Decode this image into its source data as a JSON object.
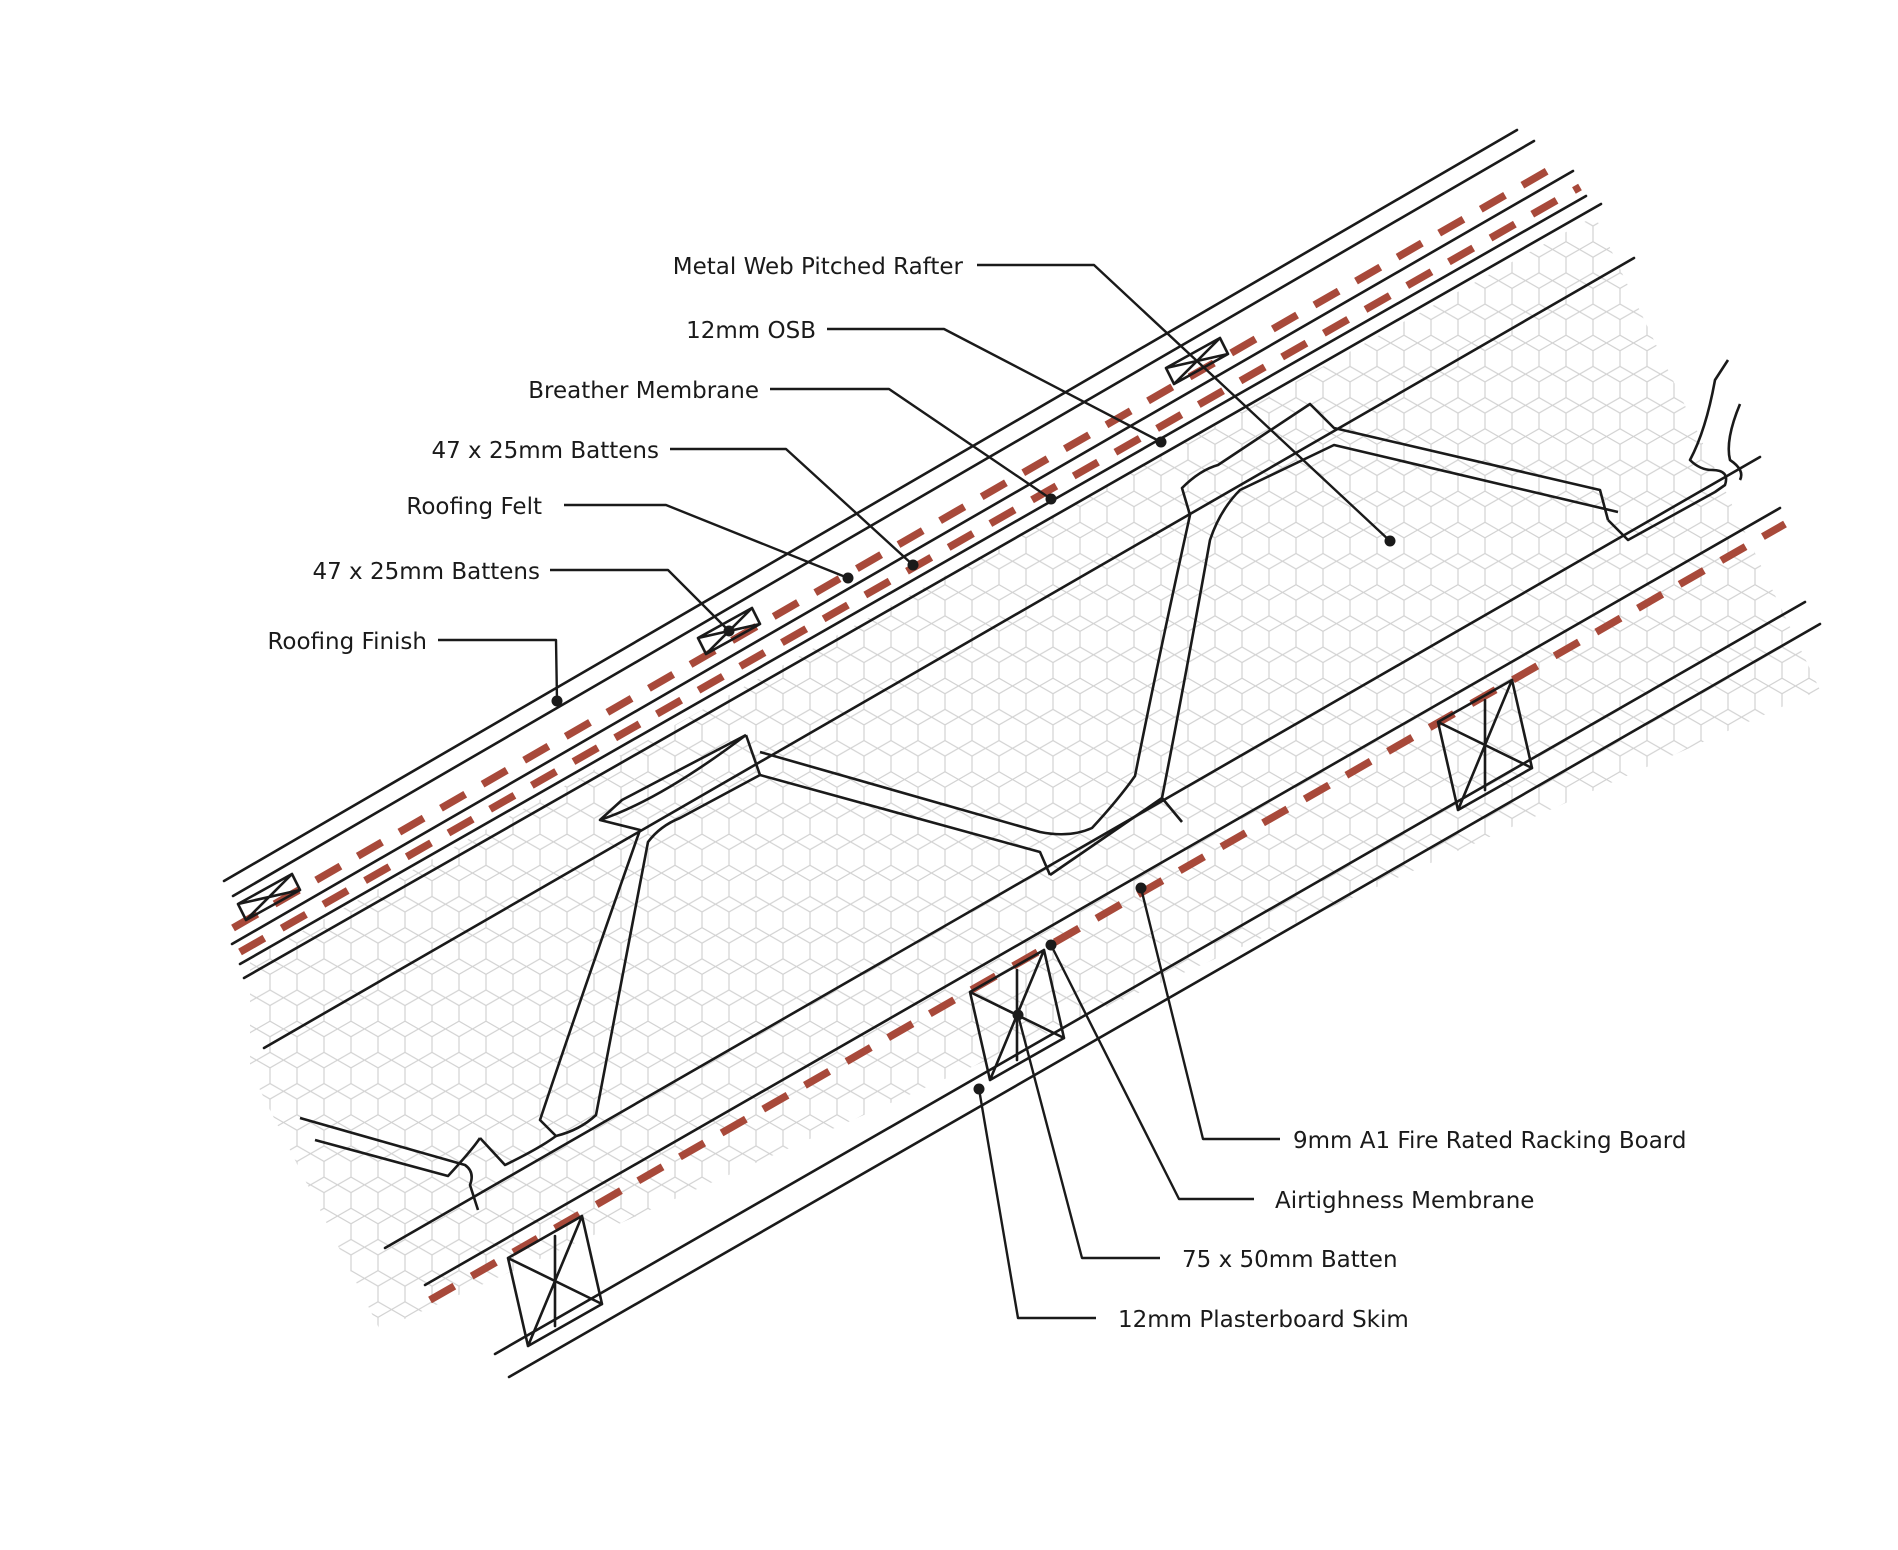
{
  "colors": {
    "membrane": "#a8493a",
    "line": "#1a1a1a",
    "insulation_pattern": "#d2d2d2",
    "background": "#ffffff"
  },
  "labels": {
    "metal_web_pitched_rafter": "Metal Web Pitched Rafter",
    "osb": "12mm OSB",
    "breather_membrane": "Breather Membrane",
    "battens_upper": "47 x 25mm Battens",
    "roofing_felt": "Roofing Felt",
    "battens_lower": "47 x 25mm Battens",
    "roofing_finish": "Roofing Finish",
    "racking_board": "9mm A1 Fire Rated Racking Board",
    "airtightness_membrane": "Airtighness Membrane",
    "batten_75x50": "75 x 50mm Batten",
    "plasterboard_skim": "12mm Plasterboard Skim"
  }
}
